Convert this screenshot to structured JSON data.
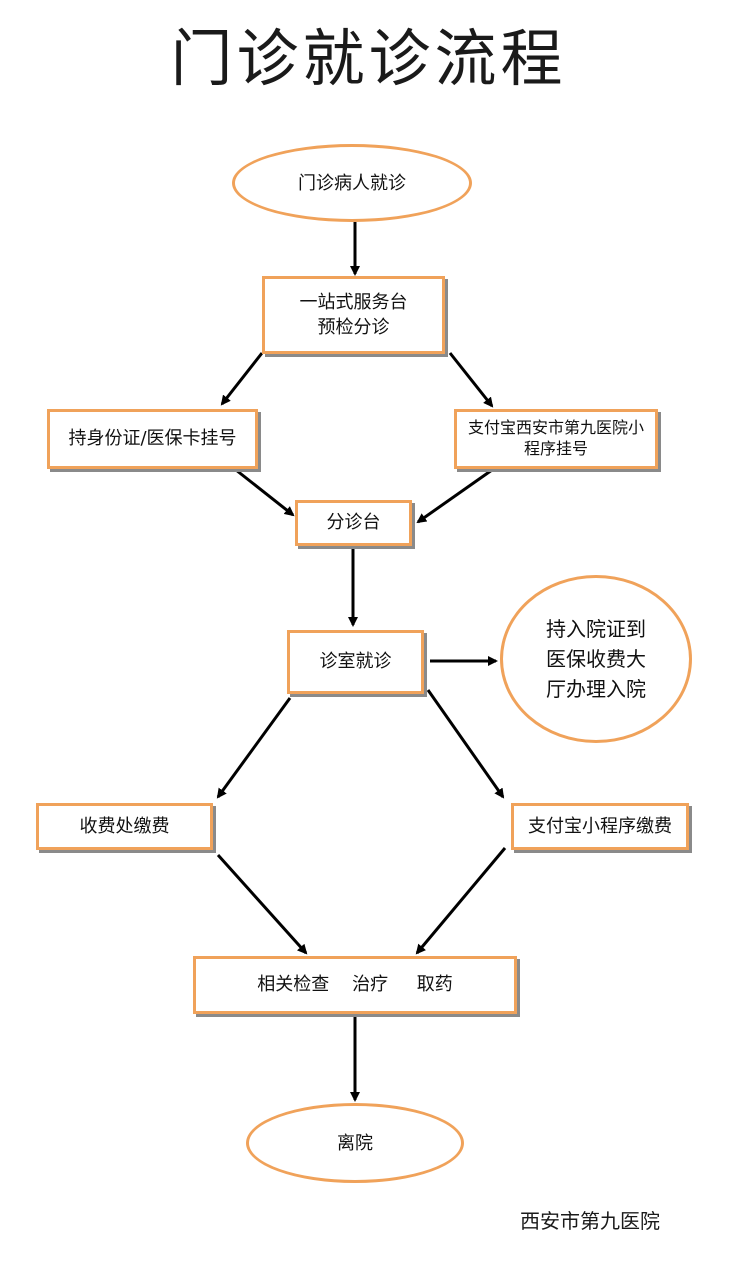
{
  "title": "门诊就诊流程",
  "nodes": {
    "start": "门诊病人就诊",
    "service_desk": "一站式服务台\n预检分诊",
    "register_id": "持身份证/医保卡挂号",
    "register_alipay": "支付宝西安市第九医院小\n程序挂号",
    "triage": "分诊台",
    "consult_room": "诊室就诊",
    "admission": "持入院证到\n医保收费大\n厅办理入院",
    "pay_cashier": "收费处缴费",
    "pay_alipay": "支付宝小程序缴费",
    "exam_treat": "相关检查    治疗     取药",
    "leave": "离院"
  },
  "colors": {
    "border": "#f0a25a",
    "arrow": "#000000"
  },
  "footer": "西安市第九医院"
}
